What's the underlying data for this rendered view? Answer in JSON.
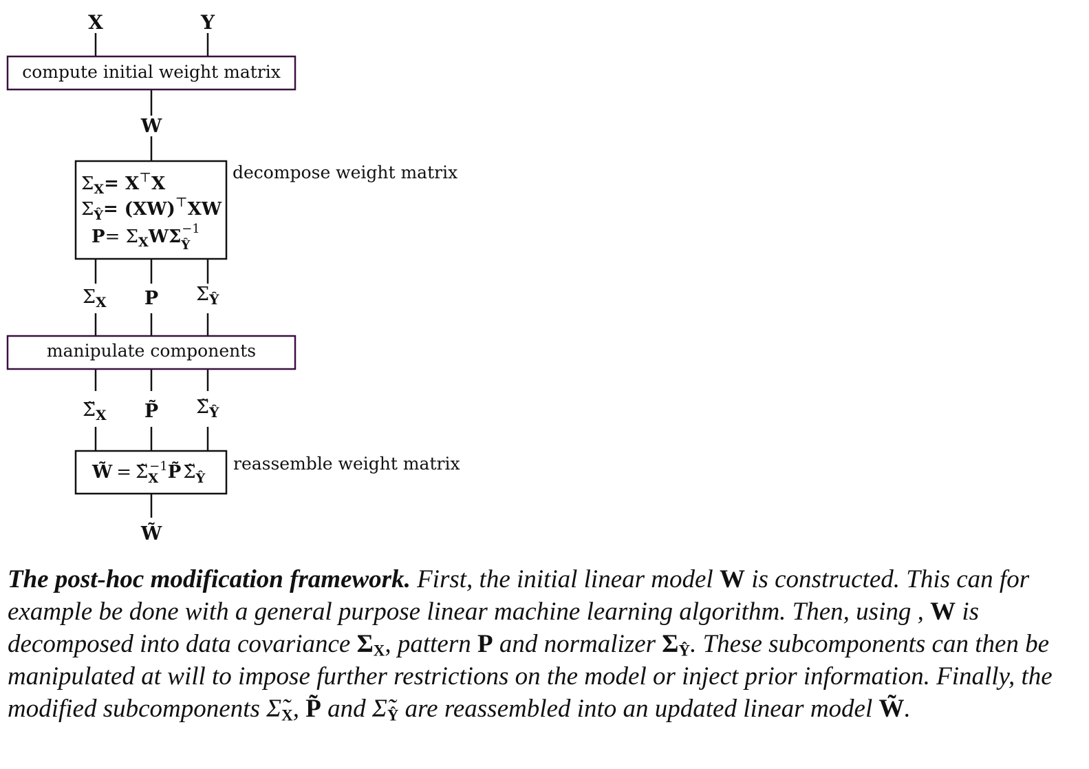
{
  "diagram": {
    "inputs": {
      "x": "X",
      "y": "Y"
    },
    "compute_box": {
      "label": "compute initial weight matrix"
    },
    "w_label": "W",
    "decompose": {
      "side_label": "decompose weight matrix",
      "eq1": {
        "lhs": "Σ",
        "lhs_sub": "X",
        "rhs": "= X",
        "sup": "⊤",
        "rhs2": "X"
      },
      "eq2": {
        "lhs": "Σ",
        "lhs_sub": "Ŷ",
        "rhs": "= (XW)",
        "sup": "⊤",
        "rhs2": "XW"
      },
      "eq3": {
        "lhs": "P",
        "rhs": "= Σ",
        "sub1": "X",
        "mid": "WΣ",
        "sub2": "Ŷ",
        "sup": "−1"
      }
    },
    "components": {
      "sigma_x": {
        "sym": "Σ",
        "sub": "X"
      },
      "p": "P",
      "sigma_y": {
        "sym": "Σ",
        "sub": "Ŷ"
      }
    },
    "manipulate_box": {
      "label": "manipulate components"
    },
    "modified": {
      "sigma_x": {
        "sym": "Σ̃",
        "sub": "X"
      },
      "p": "P̃",
      "sigma_y": {
        "sym": "Σ̃",
        "sub": "Ŷ"
      }
    },
    "reassemble": {
      "side_label": "reassemble weight matrix",
      "eq": {
        "lhs": "W̃",
        "eq": "=",
        "s1": "Σ̃",
        "s1_sub": "X",
        "s1_sup": "−1",
        "p": "P̃",
        "s2": "Σ̃",
        "s2_sub": "Ŷ"
      }
    },
    "output": "W̃"
  },
  "caption": {
    "lead": "The post-hoc modification framework.",
    "t1": " First, the initial linear model ",
    "w": "W",
    "t2": " is constructed. This can for example be done with a general purpose linear machine learning algorithm. Then, using , ",
    "w2": "W",
    "t3": " is decomposed into data covariance ",
    "sigma": "Σ",
    "sub_x": "X",
    "t4": ", pattern ",
    "p": "P",
    "t5": " and normalizer ",
    "sigma2": "Σ",
    "sub_y": "Ŷ",
    "t6": ". These subcomponents can then be manipulated at will to impose further restrictions on the model or inject prior information. Finally, the modified subcomponents ",
    "sigma_t": "Σ̃",
    "sub_x2": "X",
    "t7": ", ",
    "p_t": "P̃",
    "t8": " and ",
    "sigma_t2": "Σ̃",
    "sub_y2": "Ŷ",
    "t9": " are reassembled into an updated linear model ",
    "w_t": "W̃",
    "t10": "."
  }
}
